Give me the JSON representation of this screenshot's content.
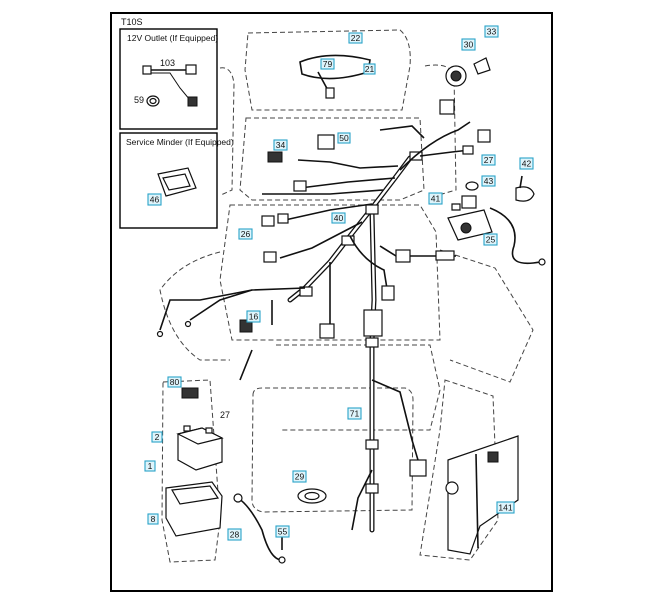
{
  "figure_code": "T10S",
  "insets": {
    "outlet_title": "12V Outlet (If Equipped)",
    "minder_title": "Service Minder (If Equipped)"
  },
  "plain_labels": {
    "outlet_wire": "103",
    "outlet_socket": "59",
    "battery_terminal": "27"
  },
  "callouts": {
    "c22": "22",
    "c79": "79",
    "c21": "21",
    "c30": "30",
    "c33": "33",
    "c34": "34",
    "c50": "50",
    "c27": "27",
    "c42": "42",
    "c43": "43",
    "c41": "41",
    "c40": "40",
    "c26": "26",
    "c25": "25",
    "c46": "46",
    "c16": "16",
    "c80": "80",
    "c2": "2",
    "c1": "1",
    "c8": "8",
    "c71": "71",
    "c29": "29",
    "c28": "28",
    "c55": "55",
    "c141": "141"
  }
}
